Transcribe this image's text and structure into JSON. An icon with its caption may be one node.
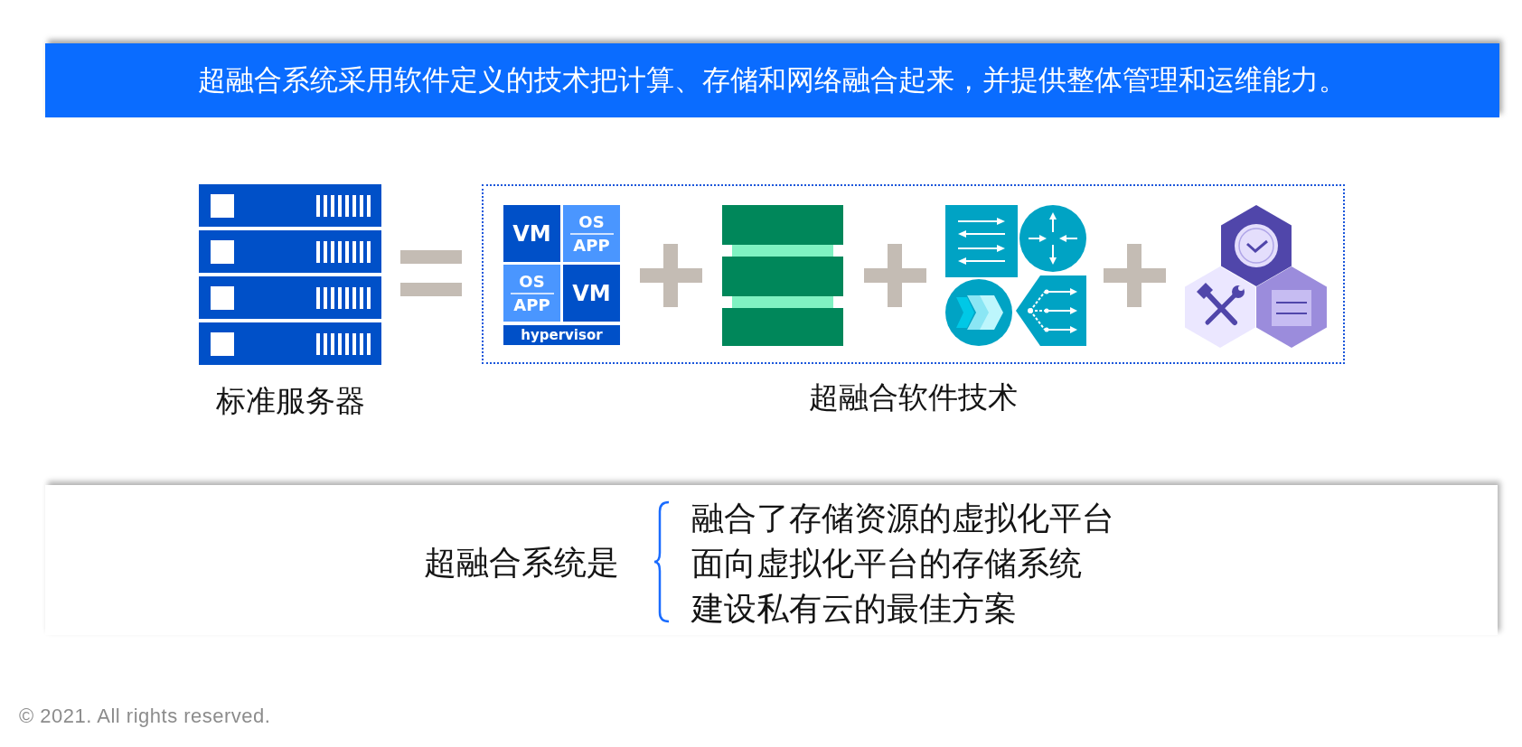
{
  "diagram": {
    "title": "超融合系统采用软件定义的技术把计算、存储和网络融合起来，并提供整体管理和运维能力。",
    "nodes": [
      {
        "text": [],
        "shape": "picture",
        "beside": [
          "标准服务器"
        ]
      },
      {
        "text": [
          "超融合软件技术"
        ]
      },
      {
        "text": [
          "VM"
        ],
        "in": 1
      },
      {
        "text": [
          "OS",
          "APP"
        ],
        "in": 1
      },
      {
        "text": [
          "OS",
          "APP"
        ],
        "in": 1
      },
      {
        "text": [
          "VM"
        ],
        "in": 1
      },
      {
        "text": [
          "hypervisor"
        ],
        "in": 1
      },
      {
        "text": [
          "超融合系统是",
          "融合了存储资源的虚拟化平台",
          "面向虚拟化平台的存储系统",
          "建设私有云的最佳方案"
        ]
      }
    ],
    "labels": [
      "© 2021. All rights reserved."
    ]
  }
}
